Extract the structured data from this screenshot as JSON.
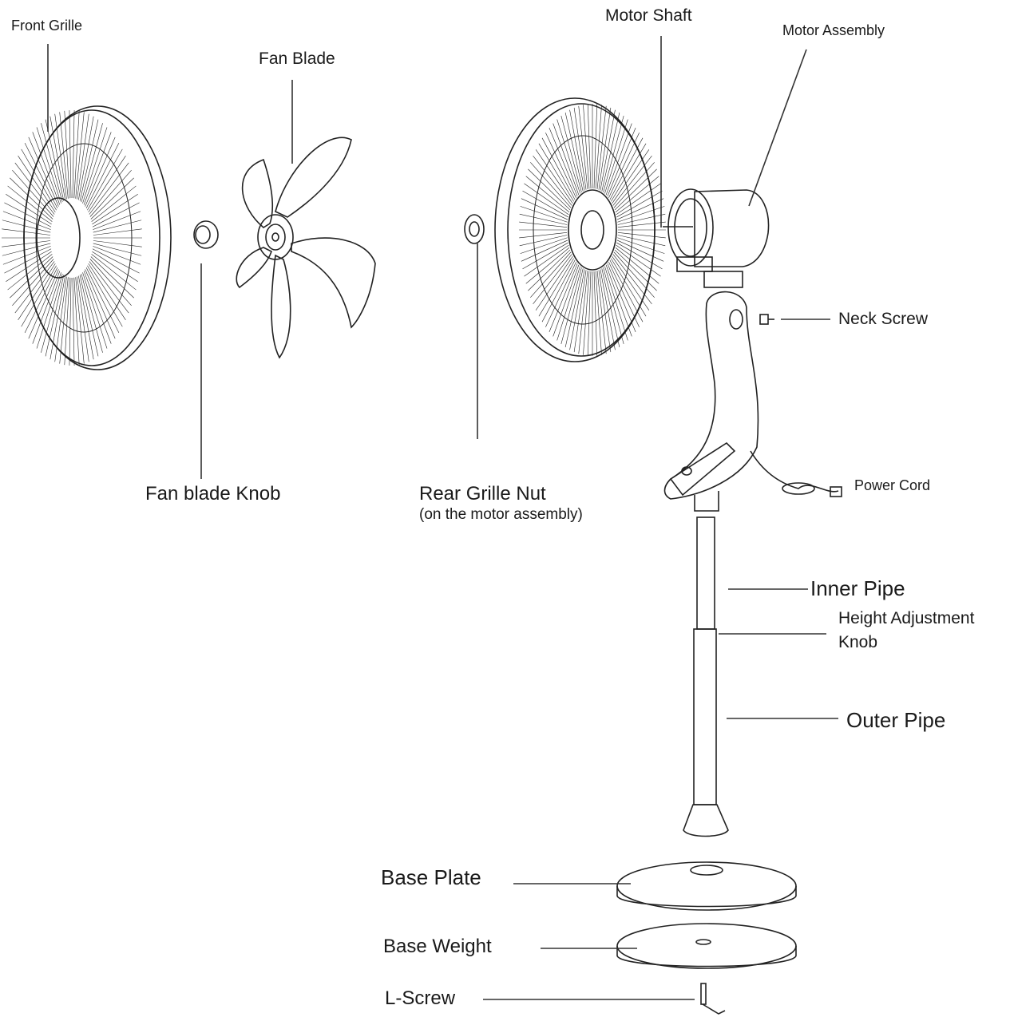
{
  "diagram": {
    "labels": {
      "front_grille": "Front Grille",
      "fan_blade": "Fan Blade",
      "fan_blade_knob": "Fan blade Knob",
      "motor_shaft": "Motor Shaft",
      "motor_assembly": "Motor Assembly",
      "rear_grille_nut": "Rear Grille Nut",
      "rear_grille_nut_note": "(on the motor assembly)",
      "neck_screw": "Neck Screw",
      "power_cord": "Power Cord",
      "inner_pipe": "Inner Pipe",
      "height_adjustment_line1": "Height Adjustment",
      "height_adjustment_line2": "Knob",
      "outer_pipe": "Outer Pipe",
      "base_plate": "Base Plate",
      "base_weight": "Base Weight",
      "l_screw": "L-Screw"
    },
    "colors": {
      "line": "#222222",
      "text": "#1a1a1a",
      "background": "#ffffff"
    }
  }
}
